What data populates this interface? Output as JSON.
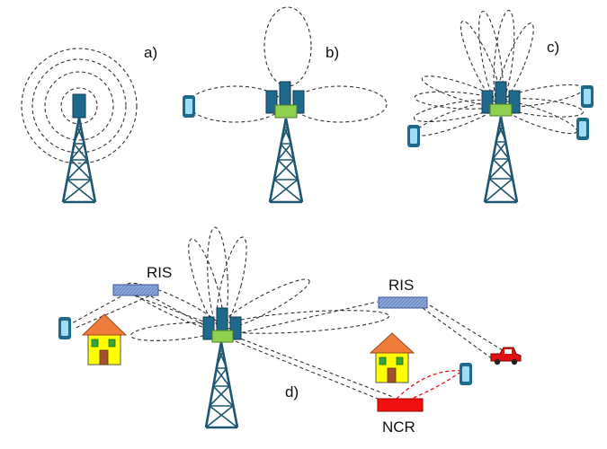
{
  "panel_labels": {
    "a": "a)",
    "b": "b)",
    "c": "c)",
    "d": "d)"
  },
  "device_labels": {
    "ris_left": "RIS",
    "ris_right": "RIS",
    "ncr": "NCR"
  },
  "colors": {
    "tower": "#1f5670",
    "antenna": "#1f6a8c",
    "radio_unit": "#8fd14f",
    "phone_screen": "#9fdcf5",
    "ris_panel": "#8ca6d8",
    "ncr": "#f01010",
    "house_wall": "#ffff00",
    "house_roof": "#f07c3c",
    "house_window": "#37a537",
    "house_door": "#a0522d",
    "car": "#e01010",
    "beam": "#333333",
    "ncr_beam": "#e0101a"
  }
}
